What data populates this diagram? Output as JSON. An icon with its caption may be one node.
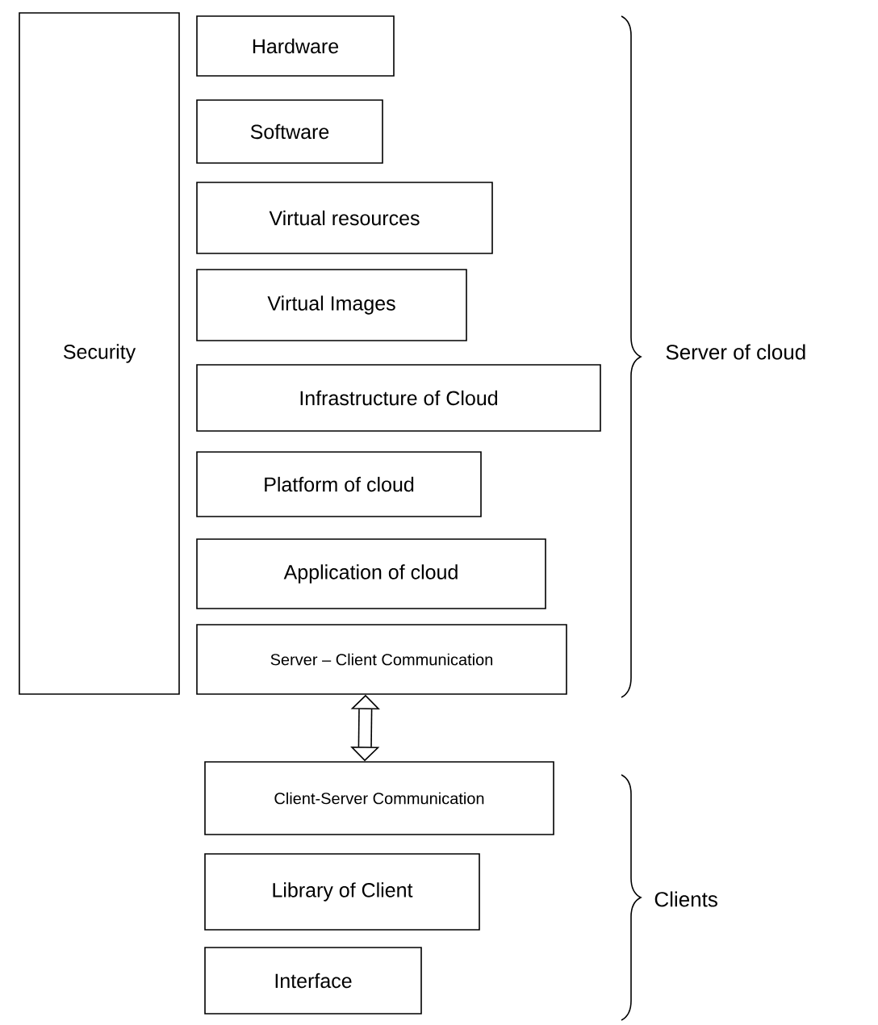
{
  "diagram": {
    "nodes": [
      {
        "text": [
          "Security"
        ]
      },
      {
        "text": [
          "Hardware"
        ]
      },
      {
        "text": [
          "Software"
        ]
      },
      {
        "text": [
          "Virtual resources"
        ]
      },
      {
        "text": [
          "Virtual Images"
        ]
      },
      {
        "text": [
          "Infrastructure of Cloud"
        ]
      },
      {
        "text": [
          "Platform of cloud"
        ]
      },
      {
        "text": [
          "Application of cloud"
        ]
      },
      {
        "text": [
          "Server – Client Communication"
        ]
      },
      {
        "text": [
          "Client-Server Communication"
        ]
      },
      {
        "text": [
          "Library of Client"
        ]
      },
      {
        "text": [
          "Interface"
        ]
      }
    ],
    "edges": [
      {
        "from": 8,
        "to": 9,
        "arrow": "both"
      }
    ],
    "labels": [
      "Server of cloud",
      "Clients"
    ]
  }
}
